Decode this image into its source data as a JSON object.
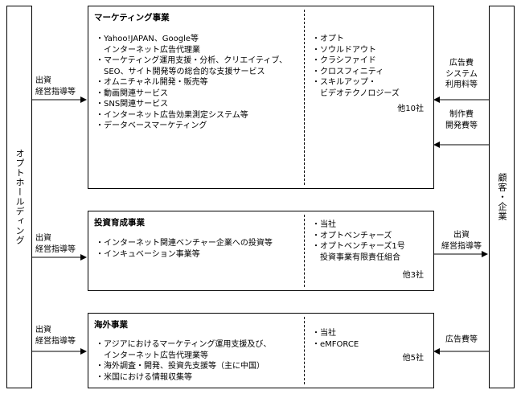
{
  "holding": {
    "label": "オプトホールディング"
  },
  "customer": {
    "label": "顧客・企業"
  },
  "segments": [
    {
      "title": "マーケティング事業",
      "items": [
        "・Yahoo!JAPAN、Google等",
        "　インターネット広告代理業",
        "・マーケティング運用支援・分析、クリエイティブ、",
        "　SEO、サイト開発等の総合的な支援サービス",
        "・オムニチャネル開発・販売等",
        "・動画関連サービス",
        "・SNS関連サービス",
        "・インターネット広告効果測定システム等",
        "・データベースマーケティング"
      ],
      "companies": [
        "・オプト",
        "・ソウルドアウト",
        "・クラシファイド",
        "・クロスフィニティ",
        "・スキルアップ・",
        "　ビデオテクノロジーズ"
      ],
      "other": "他10社"
    },
    {
      "title": "投資育成事業",
      "items": [
        "・インターネット関連ベンチャー企業への投資等",
        "・インキュベーション事業等"
      ],
      "companies": [
        "・当社",
        "・オプトベンチャーズ",
        "・オプトベンチャーズ1号",
        "　投資事業有限責任組合"
      ],
      "other": "他3社"
    },
    {
      "title": "海外事業",
      "items": [
        "・アジアにおけるマーケティング運用支援及び、",
        "　インターネット広告代理業等",
        "・海外調査・開発、投資先支援等（主に中国）",
        "・米国における情報収集等"
      ],
      "companies": [
        "・当社",
        "・eMFORCE"
      ],
      "other": "他5社"
    }
  ],
  "left_labels": [
    {
      "line1": "出資",
      "line2": "経営指導等"
    },
    {
      "line1": "出資",
      "line2": "経営指導等"
    },
    {
      "line1": "出資",
      "line2": "経営指導等"
    }
  ],
  "right_labels": {
    "ad_system": [
      "広告費",
      "システム",
      "利用料等"
    ],
    "production": [
      "制作費",
      "開発費等"
    ],
    "investment": [
      "出資",
      "経営指導等"
    ],
    "ad_fee": "広告費等"
  }
}
